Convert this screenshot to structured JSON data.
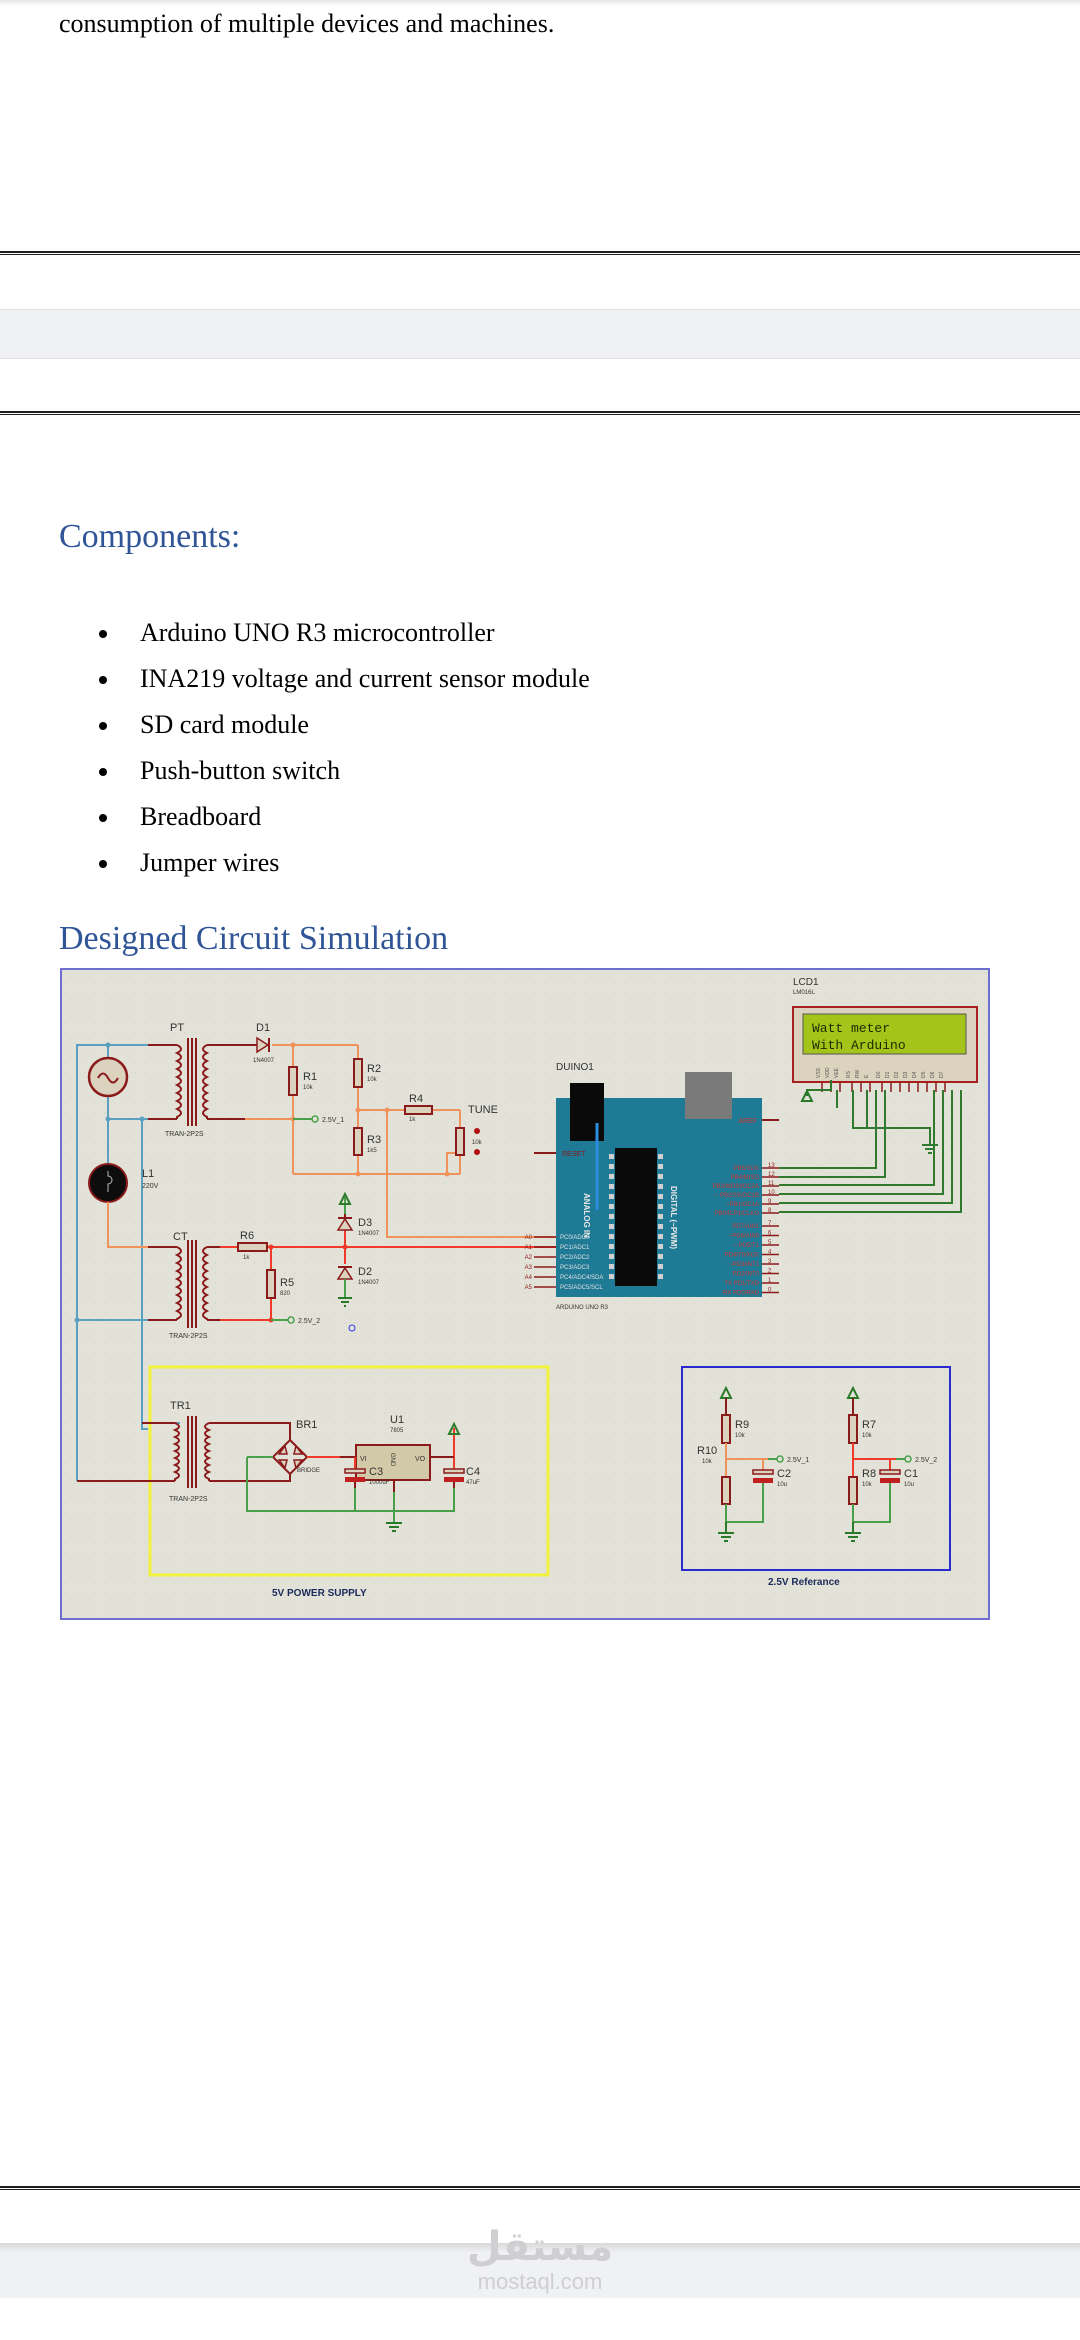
{
  "document": {
    "paragraph_tail": "consumption of multiple devices and machines.",
    "components_heading": "Components:",
    "components": [
      "Arduino UNO R3 microcontroller",
      "INA219 voltage and current sensor module",
      "SD card module",
      "Push-button switch",
      "Breadboard",
      "Jumper wires"
    ],
    "simulation_heading": "Designed Circuit Simulation"
  },
  "circuit": {
    "labels": {
      "pt": "PT",
      "pt_model": "TRAN-2P2S",
      "ct": "CT",
      "ct_model": "TRAN-2P2S",
      "tr1": "TR1",
      "tr1_model": "TRAN-2P2S",
      "l1": "L1",
      "l1_value": "220V",
      "d1": "D1",
      "d1_model": "1N4007",
      "d2": "D2",
      "d2_model": "1N4007",
      "d3": "D3",
      "d3_model": "1N4007",
      "r1": "R1",
      "r1_value": "10k",
      "r2": "R2",
      "r2_value": "10k",
      "r3": "R3",
      "r3_value": "1k5",
      "r4": "R4",
      "r4_value": "1k",
      "r5": "R5",
      "r5_value": "820",
      "r6": "R6",
      "r6_value": "1k",
      "r7": "R7",
      "r7_value": "10k",
      "r8": "R8",
      "r8_value": "10k",
      "r9": "R9",
      "r9_value": "10k",
      "r10": "R10",
      "r10_value": "10k",
      "c1": "C1",
      "c1_value": "10u",
      "c2": "C2",
      "c2_value": "10u",
      "c3": "C3",
      "c3_value": "1000uF",
      "c4": "C4",
      "c4_value": "47uF",
      "tune": "TUNE",
      "tune_value": "10k",
      "net_25v_1": "2.5V_1",
      "net_25v_2": "2.5V_2",
      "br1": "BR1",
      "br1_model": "BRIDGE",
      "u1": "U1",
      "u1_model": "7805",
      "u1_vi": "VI",
      "u1_vo": "VO",
      "u1_gnd": "GND",
      "duino": "DUINO1",
      "duino_model": "ARDUINO UNO R3",
      "reset": "RESET",
      "aref": "AREF",
      "analog_in": "ANALOG IN",
      "digital": "DIGITAL (~PWM)",
      "lcd": "LCD1",
      "lcd_model": "LM016L",
      "lcd_line1": "Watt meter",
      "lcd_line2": "With Arduino",
      "power_supply_title": "5V POWER SUPPLY",
      "reference_title": "2.5V Referance"
    },
    "analog_pins": [
      "PC0/ADC0",
      "PC1/ADC1",
      "PC2/ADC2",
      "PC3/ADC3",
      "PC4/ADC4/SDA",
      "PC5/ADC5/SCL"
    ],
    "analog_nums": [
      "A0",
      "A1",
      "A2",
      "A3",
      "A4",
      "A5"
    ],
    "digital_pins_high": [
      "PB5/SCK",
      "PB4/MISO",
      "PB3/MOSI/OC2A",
      "~ PB2/SS/OC1B",
      "~PB1/OC1A",
      "PB0/ICP1/CLKO"
    ],
    "digital_nums_high": [
      "13",
      "12",
      "11",
      "10",
      "9",
      "8"
    ],
    "digital_pins_low": [
      "PD7/AIN1",
      "~PD6/AIN0",
      "~ PD5/T1",
      "PD4/T0/XCK",
      "~PD3/INT1",
      "PD2/INT0",
      "TX PD1/TXD",
      "RX PD0/RXD"
    ],
    "digital_nums_low": [
      "7",
      "6",
      "5",
      "4",
      "3",
      "2",
      "1",
      "0"
    ],
    "lcd_pins": [
      "VSS",
      "VDD",
      "VEE",
      "RS",
      "RW",
      "E",
      "D0",
      "D1",
      "D2",
      "D3",
      "D4",
      "D5",
      "D6",
      "D7"
    ],
    "colors": {
      "background": "#e3e2d8",
      "frame": "#6e6ed0",
      "wire_blue": "#5aa0c0",
      "wire_orange": "#f0925a",
      "wire_red": "#f03a2a",
      "wire_green": "#4aa04a",
      "component": "#8b1a1a",
      "arduino": "#1f7a95",
      "lcd_screen": "#a4c41a",
      "ps_box": "#f2f23a",
      "ref_box": "#2a2ad0"
    }
  },
  "watermark": {
    "arabic": "مستقل",
    "site": "mostaql.com"
  }
}
